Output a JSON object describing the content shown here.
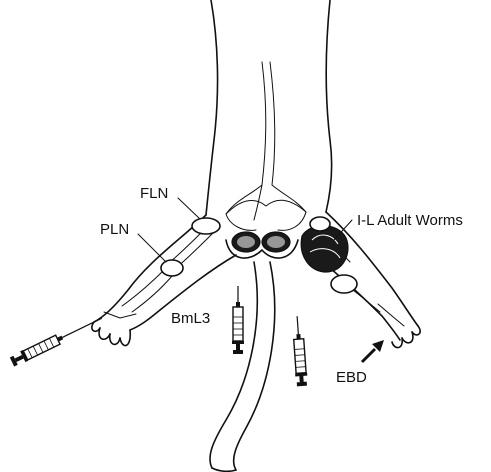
{
  "labels": {
    "fln": "FLN",
    "pln": "PLN",
    "iladult": "I-L Adult Worms",
    "bml3": "BmL3",
    "ebd": "EBD"
  },
  "colors": {
    "ink": "#111111",
    "background": "#ffffff",
    "tissue": "#1a1a1a"
  }
}
